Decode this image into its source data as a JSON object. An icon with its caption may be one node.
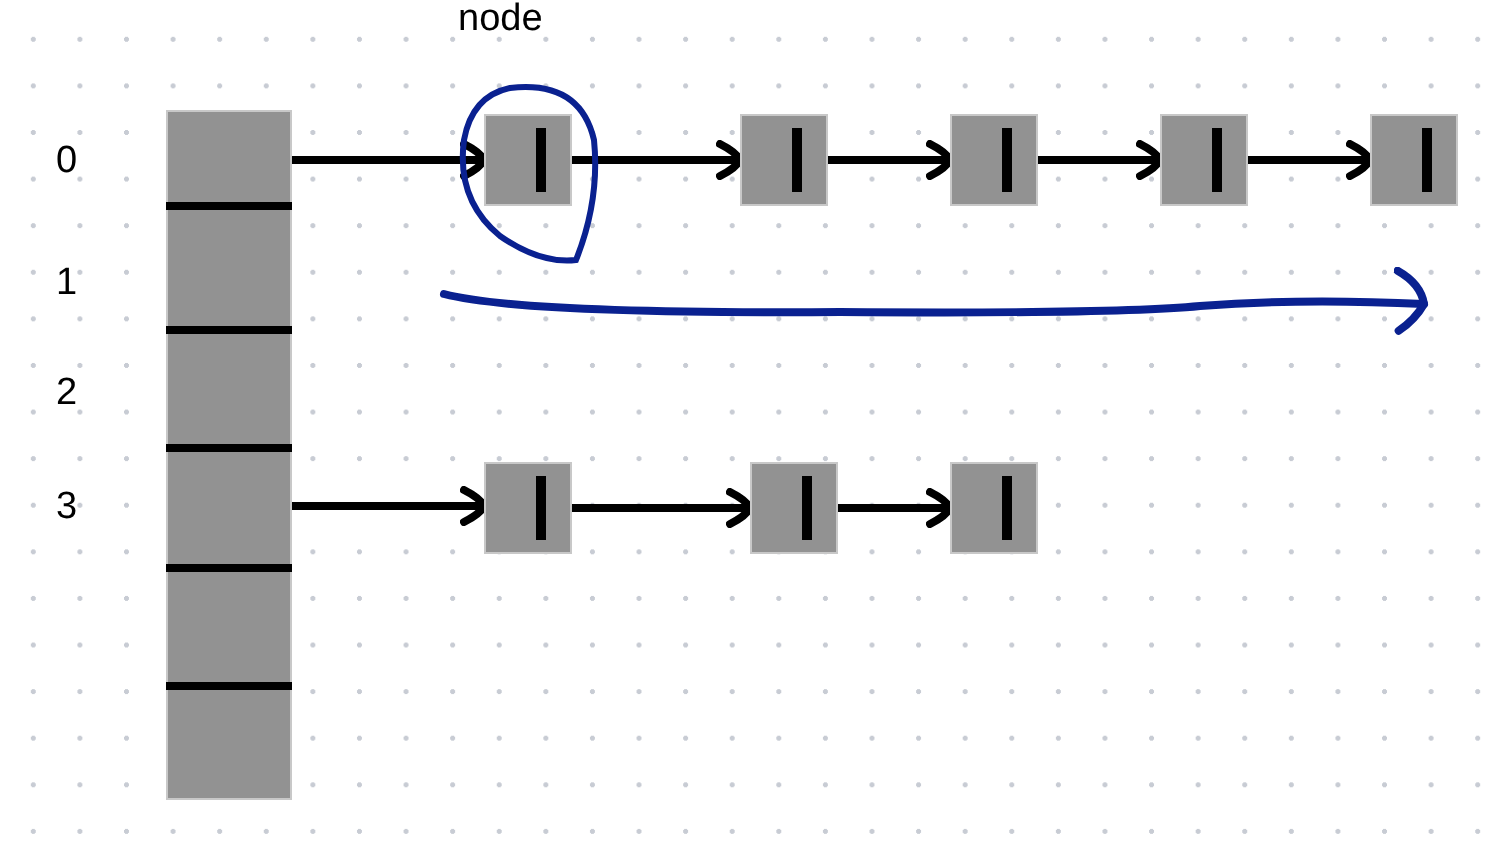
{
  "diagram": {
    "nodes": [
      {
        "text": [],
        "shape": "bar"
      },
      {
        "text": [],
        "shape": "box"
      },
      {
        "text": [],
        "shape": "box"
      },
      {
        "text": [],
        "shape": "box"
      },
      {
        "text": [],
        "shape": "box"
      },
      {
        "text": [],
        "shape": "box"
      },
      {
        "text": [],
        "shape": "box"
      },
      {
        "text": [],
        "shape": "box"
      },
      {
        "text": [],
        "shape": "box"
      }
    ],
    "edges": [
      {
        "from": 0,
        "to": 1,
        "arrow": "to"
      },
      {
        "from": 1,
        "to": 2,
        "arrow": "to"
      },
      {
        "from": 2,
        "to": 3,
        "arrow": "to"
      },
      {
        "from": 3,
        "to": 4,
        "arrow": "to"
      },
      {
        "from": 4,
        "to": 5,
        "arrow": "to"
      },
      {
        "from": 0,
        "to": 6,
        "arrow": "to"
      },
      {
        "from": 6,
        "to": 7,
        "arrow": "to"
      },
      {
        "from": 7,
        "to": 8,
        "arrow": "to"
      }
    ],
    "labels": [
      "node",
      "0",
      "1",
      "2",
      "3"
    ]
  }
}
